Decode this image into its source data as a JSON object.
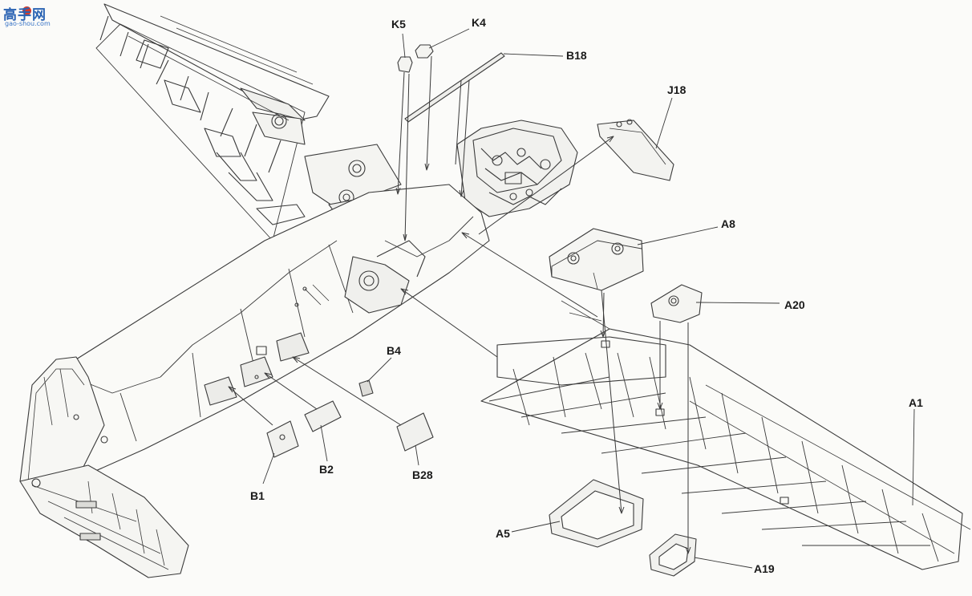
{
  "watermark": {
    "main": "高手网",
    "sub": "gao-shou.com"
  },
  "part_labels": {
    "K5": "K5",
    "K4": "K4",
    "B18": "B18",
    "J18": "J18",
    "A8": "A8",
    "A20": "A20",
    "B4": "B4",
    "A1": "A1",
    "B1": "B1",
    "B2": "B2",
    "B28": "B28",
    "A5": "A5",
    "A19": "A19"
  },
  "colors": {
    "line": "#3a3a3a",
    "paper": "#fbfbf9",
    "shade": "#d8d8d4"
  }
}
